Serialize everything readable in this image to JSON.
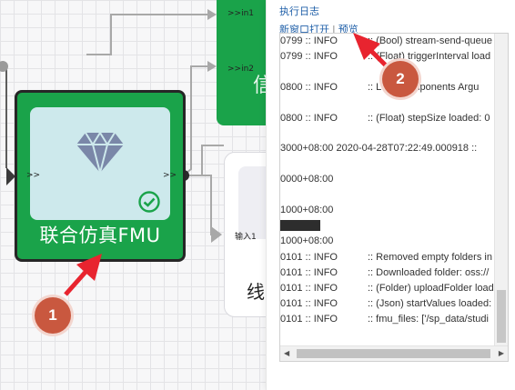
{
  "canvas": {
    "fmu_node": {
      "title": "联合仿真FMU",
      "port_in": ">>",
      "port_out": ">>",
      "status": "check-circle-icon",
      "icon": "diamond-icon"
    },
    "top_node": {
      "ports": [
        ">>in1",
        ">>in2"
      ],
      "glyph": "信"
    },
    "white_node": {
      "port": "输入1",
      "glyph": "线"
    }
  },
  "log_panel": {
    "title": "执行日志",
    "open_new_window": "新窗口打开",
    "separator": "|",
    "preview": "预览",
    "lines": [
      {
        "pre": "0799 :: INFO",
        "text": ":: (Bool) stream-send-queue"
      },
      {
        "pre": "0799 :: INFO",
        "text": ":: (Float) triggerInterval load"
      },
      {
        "pre": "0800 :: INFO",
        "text": ":: Load components Argu"
      },
      {
        "pre": "0800 :: INFO",
        "text": ":: (Float) stepSize loaded: 0"
      },
      {
        "pre": "",
        "text": "3000+08:00 2020-04-28T07:22:49.000918 ::"
      },
      {
        "pre": "",
        "text": "0000+08:00"
      },
      {
        "pre": "",
        "text": "1000+08:00"
      },
      {
        "pre": "",
        "text": "1000+08:00"
      },
      {
        "pre": "0101 :: INFO",
        "text": ":: Removed empty folders in"
      },
      {
        "pre": "0101 :: INFO",
        "text": ":: Downloaded folder: oss://"
      },
      {
        "pre": "0101 :: INFO",
        "text": ":: (Folder) uploadFolder load"
      },
      {
        "pre": "0101 :: INFO",
        "text": ":: (Json) startValues loaded:"
      },
      {
        "pre": "0101 :: INFO",
        "text": ":: fmu_files: ['/sp_data/studi"
      }
    ],
    "scroll_left": "◀",
    "scroll_right": "▶"
  },
  "annotations": {
    "callout_1": "1",
    "callout_2": "2",
    "color": "#c9583f",
    "arrow_color": "#e8242f"
  },
  "colors": {
    "node_green": "#1aa34a",
    "node_inner": "#cde9ec",
    "link_blue": "#1f5fa8"
  }
}
